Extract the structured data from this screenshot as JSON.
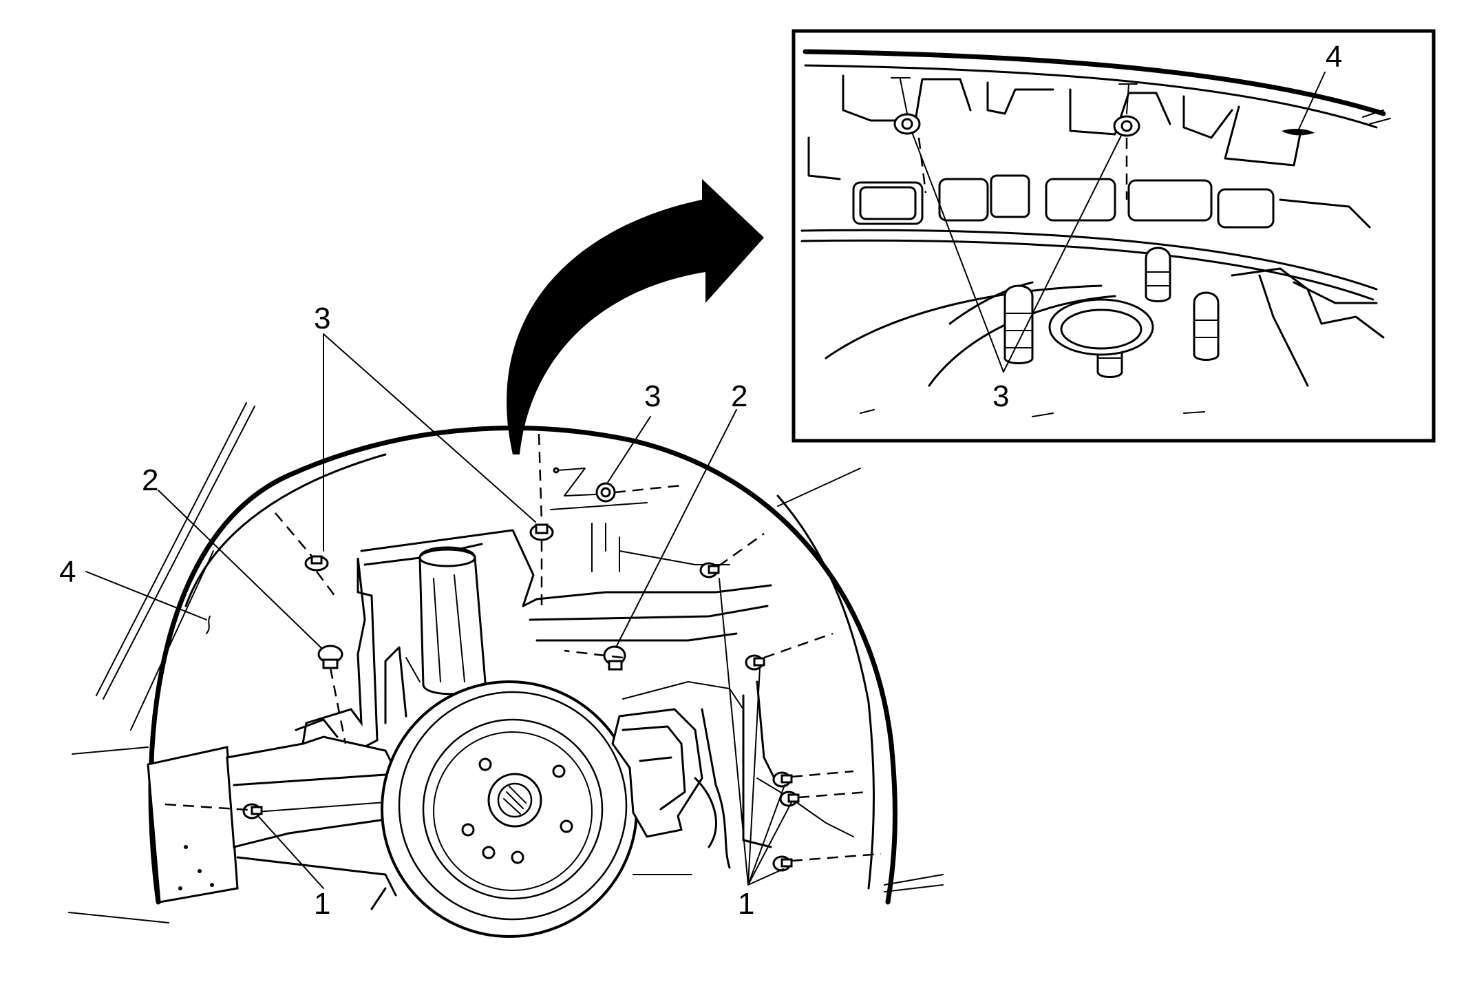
{
  "callouts": {
    "main_left_1": "1",
    "main_right_1": "1",
    "main_left_2": "2",
    "main_right_2": "2",
    "main_top_3": "3",
    "main_right_3": "3",
    "main_left_4": "4",
    "inset_3": "3",
    "inset_4": "4"
  }
}
